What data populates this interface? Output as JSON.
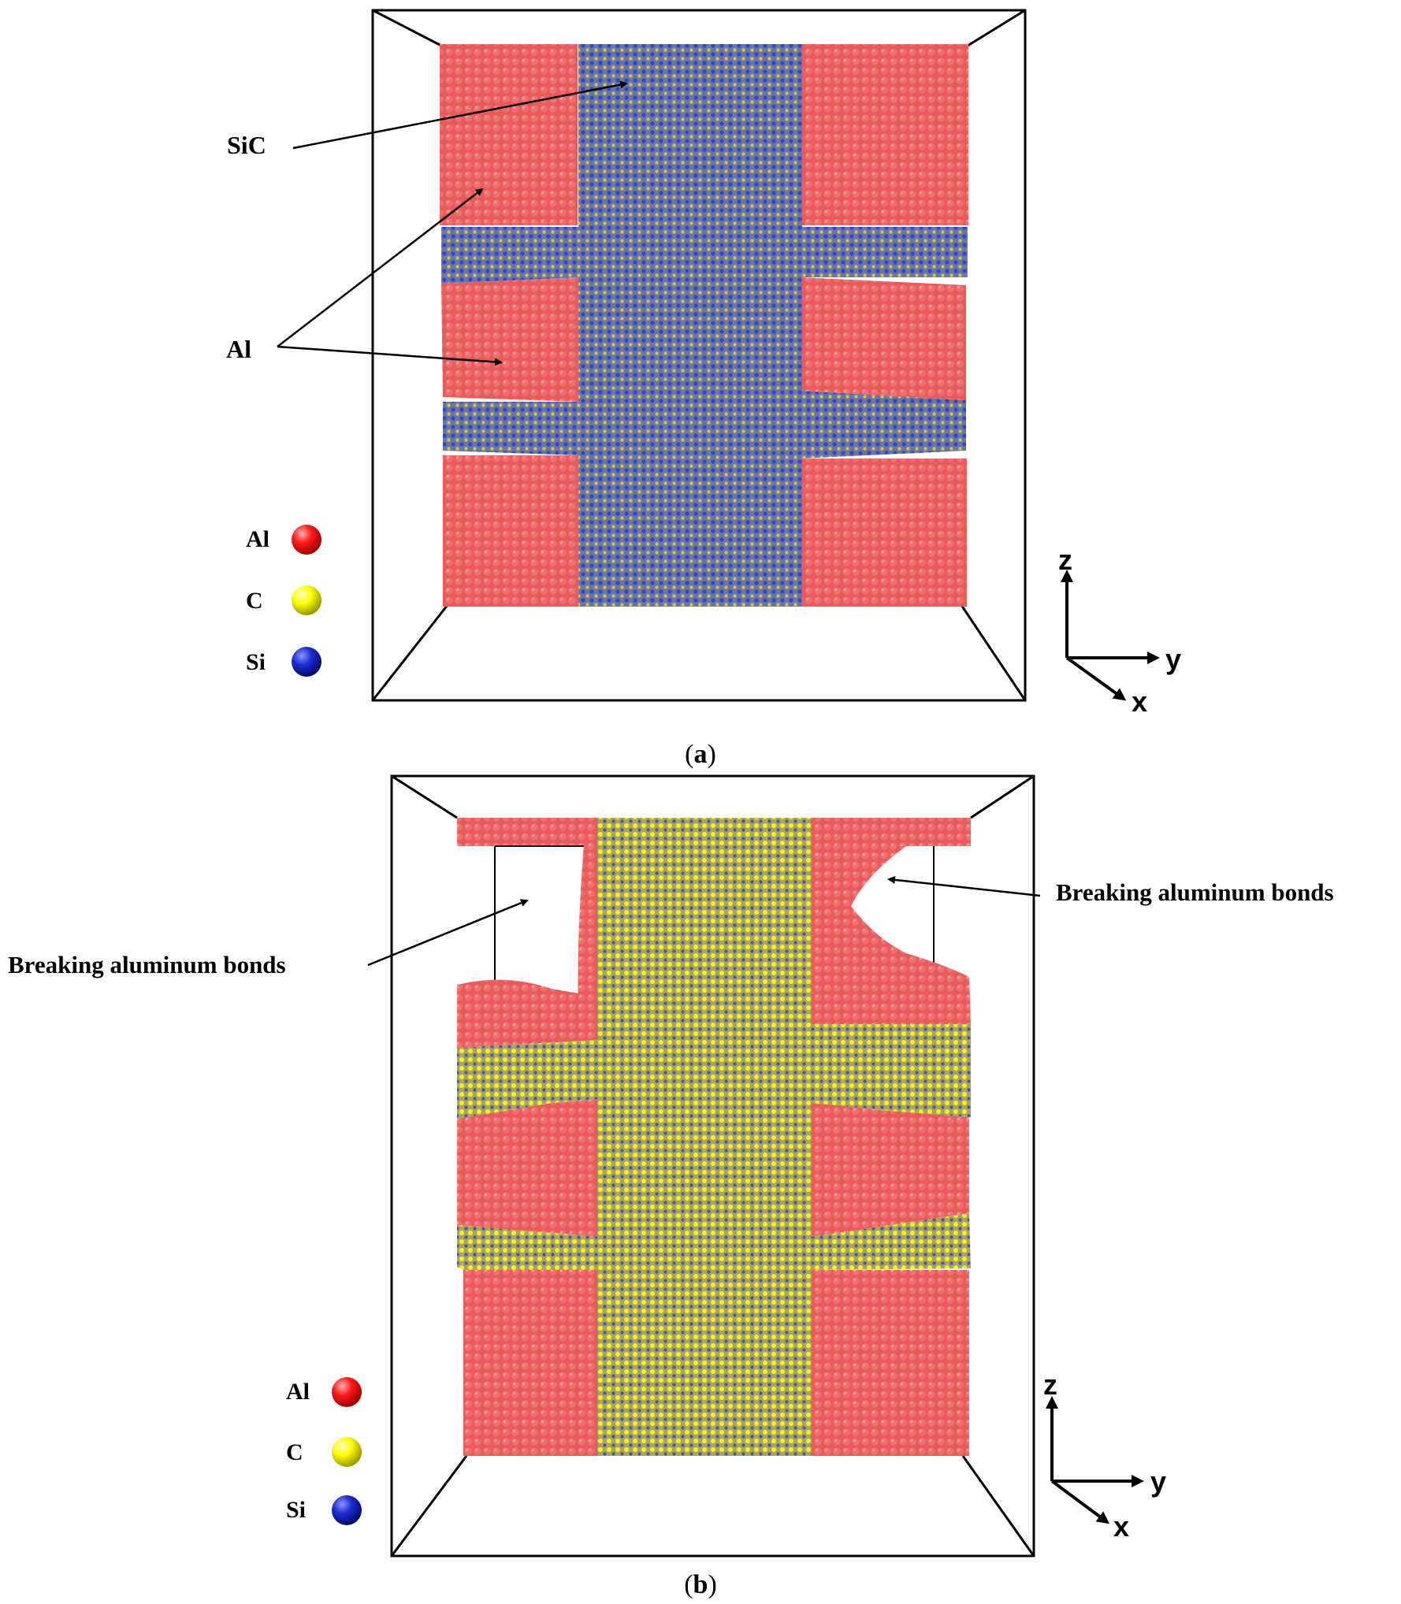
{
  "colors": {
    "al": "#ec5f5f",
    "sic_a": "#6f7aa8",
    "sic_b": "#b9b24c",
    "carbon": "#ffff00",
    "silicon": "#1d2dcf",
    "aluminum_legend": "#ff1a1a",
    "box": "#000000"
  },
  "panel_a": {
    "caption_open": "(",
    "caption_letter": "a",
    "caption_close": ")",
    "annotations": {
      "sic": "SiC",
      "al": "Al"
    },
    "legend": [
      {
        "label": "Al",
        "color": "aluminum_legend"
      },
      {
        "label": "C",
        "color": "carbon"
      },
      {
        "label": "Si",
        "color": "silicon"
      }
    ],
    "axes": {
      "z": "z",
      "y": "y",
      "x": "x"
    }
  },
  "panel_b": {
    "caption_open": "(",
    "caption_letter": "b",
    "caption_close": ")",
    "annotations": {
      "left_break": "Breaking aluminum bonds",
      "right_break": "Breaking aluminum bonds"
    },
    "legend": [
      {
        "label": "Al",
        "color": "aluminum_legend"
      },
      {
        "label": "C",
        "color": "carbon"
      },
      {
        "label": "Si",
        "color": "silicon"
      }
    ],
    "axes": {
      "z": "z",
      "y": "y",
      "x": "x"
    }
  }
}
